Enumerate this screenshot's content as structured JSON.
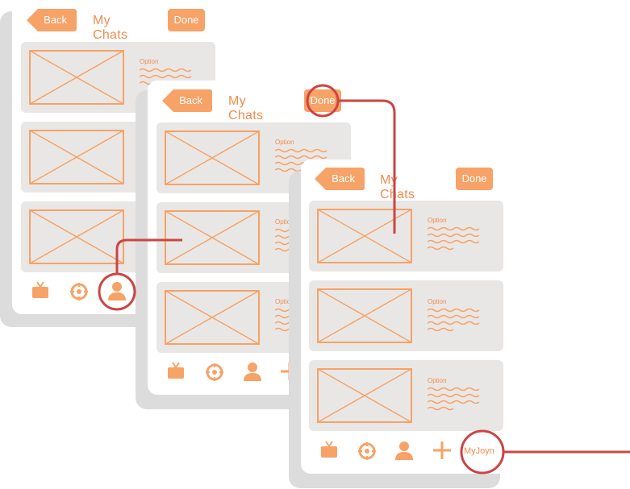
{
  "screens": [
    {
      "back_label": "Back",
      "title": "My Chats",
      "done_label": "Done",
      "option_label": "Option"
    },
    {
      "back_label": "Back",
      "title": "My Chats",
      "done_label": "Done",
      "option_label": "Option"
    },
    {
      "back_label": "Back",
      "title": "My Chats",
      "done_label": "Done",
      "option_label": "Option",
      "tab_myjoyn": "MyJoyn"
    }
  ],
  "icons": [
    "tv-icon",
    "target-icon",
    "person-icon",
    "plus-icon"
  ],
  "colors": {
    "accent": "#f7a266",
    "accent_text": "#f28c4e",
    "highlight": "#cc4444",
    "card": "#e9e7e6",
    "shadow": "#dcdcdc"
  }
}
